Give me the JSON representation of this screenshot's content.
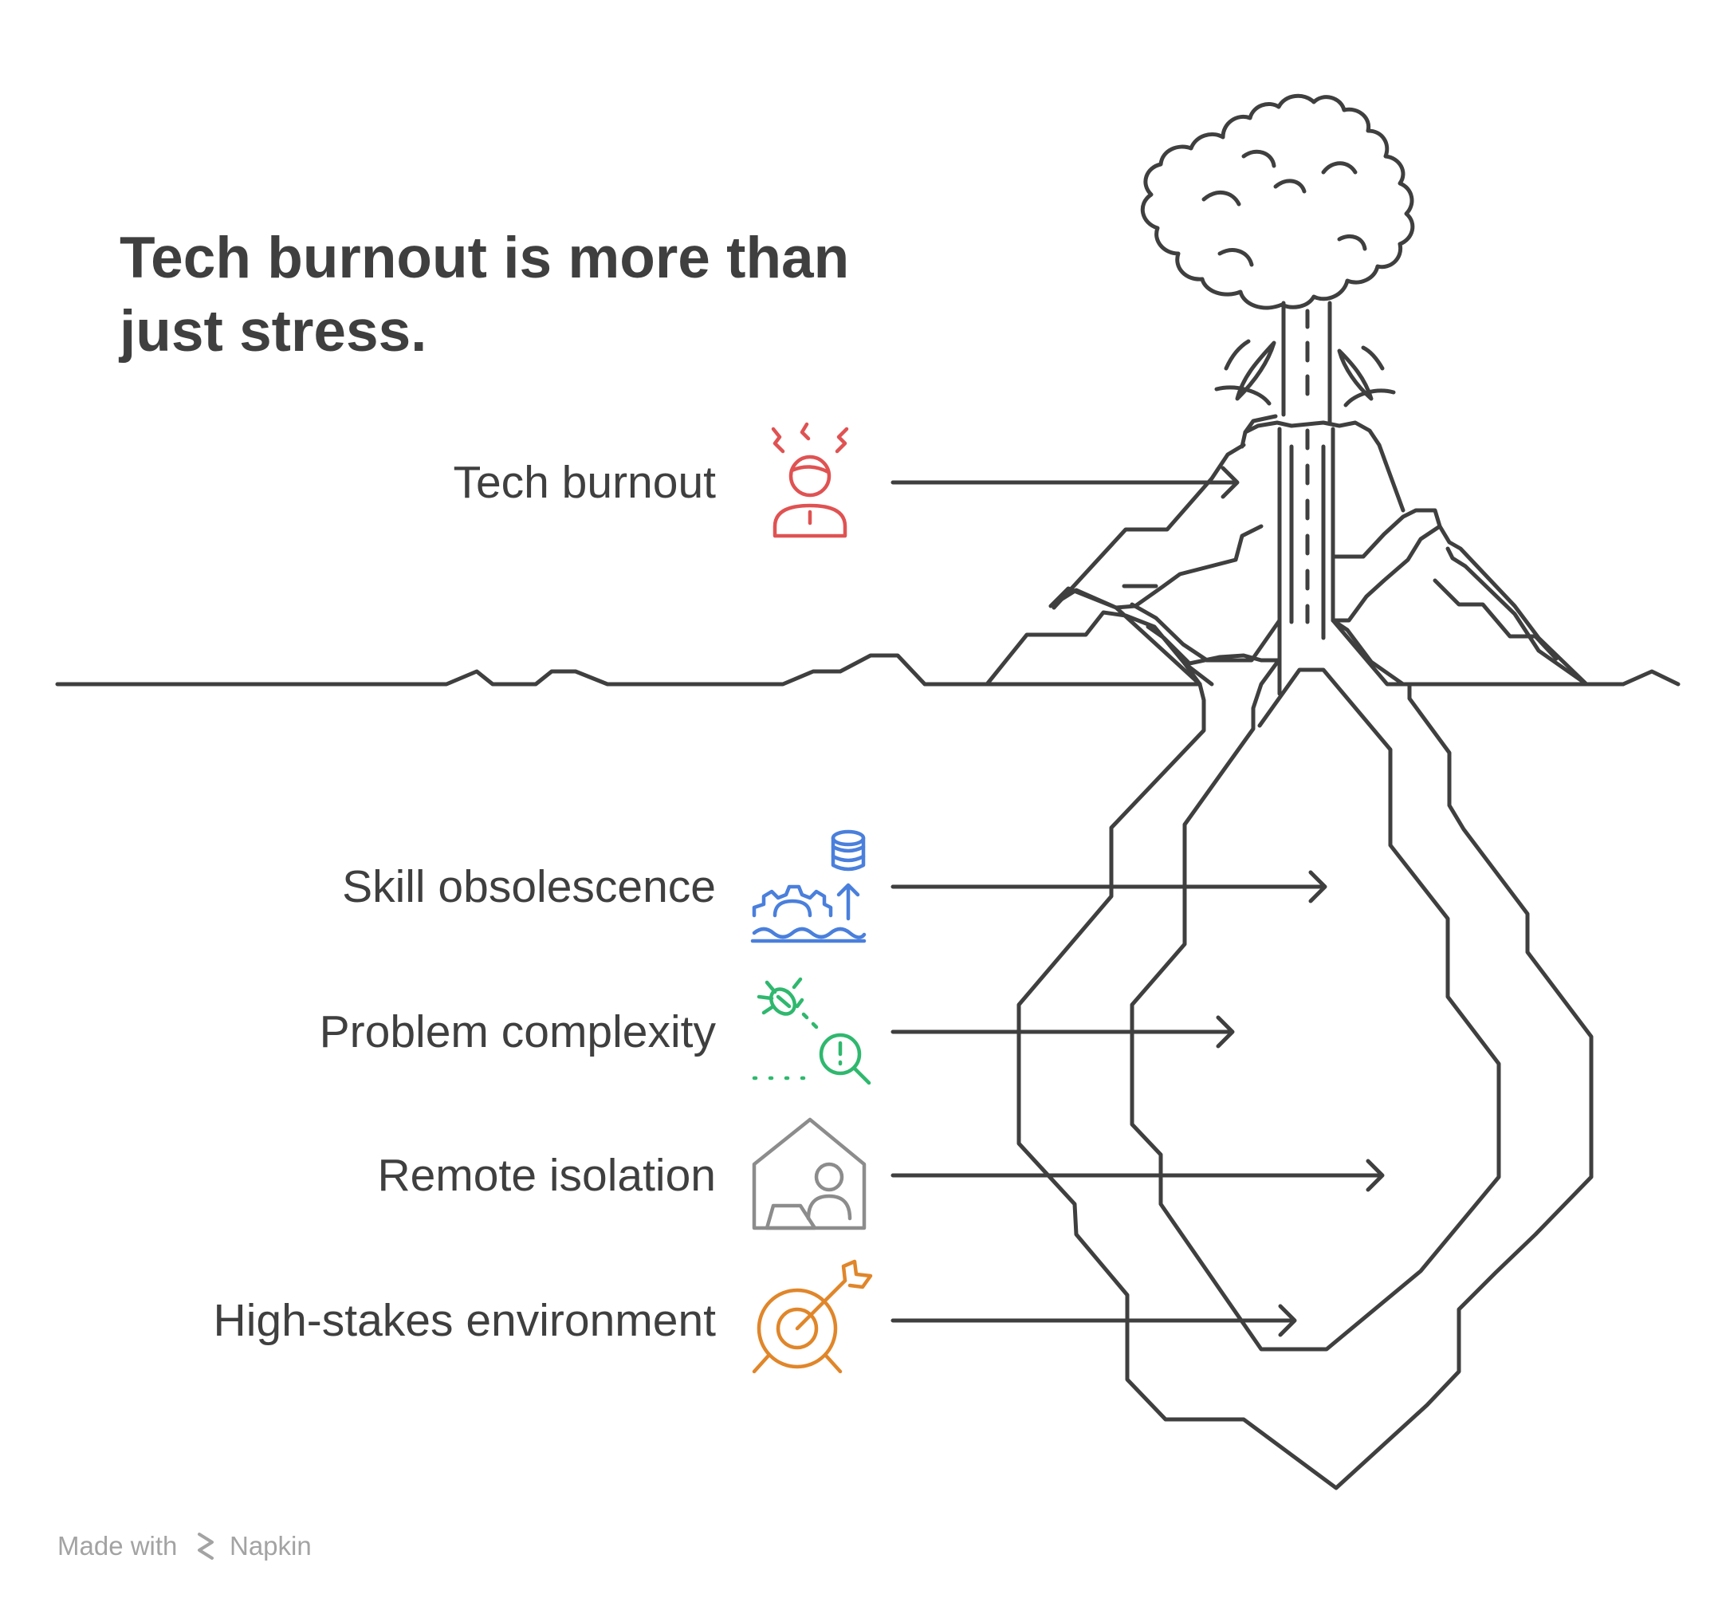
{
  "title": {
    "line1": "Tech burnout is more than",
    "line2": "just stress."
  },
  "items": [
    {
      "label": "Tech burnout",
      "icon": "stressed-person-icon",
      "color": "#e05252"
    },
    {
      "label": "Skill obsolescence",
      "icon": "gear-database-growth-icon",
      "color": "#4a7fdc"
    },
    {
      "label": "Problem complexity",
      "icon": "bug-search-icon",
      "color": "#2fb86e"
    },
    {
      "label": "Remote isolation",
      "icon": "home-worker-icon",
      "color": "#8c8c8c"
    },
    {
      "label": "High-stakes environment",
      "icon": "target-arrow-icon",
      "color": "#e0862a"
    }
  ],
  "watermark": {
    "prefix": "Made with",
    "brand": "Napkin",
    "icon": "napkin-logo-icon"
  }
}
